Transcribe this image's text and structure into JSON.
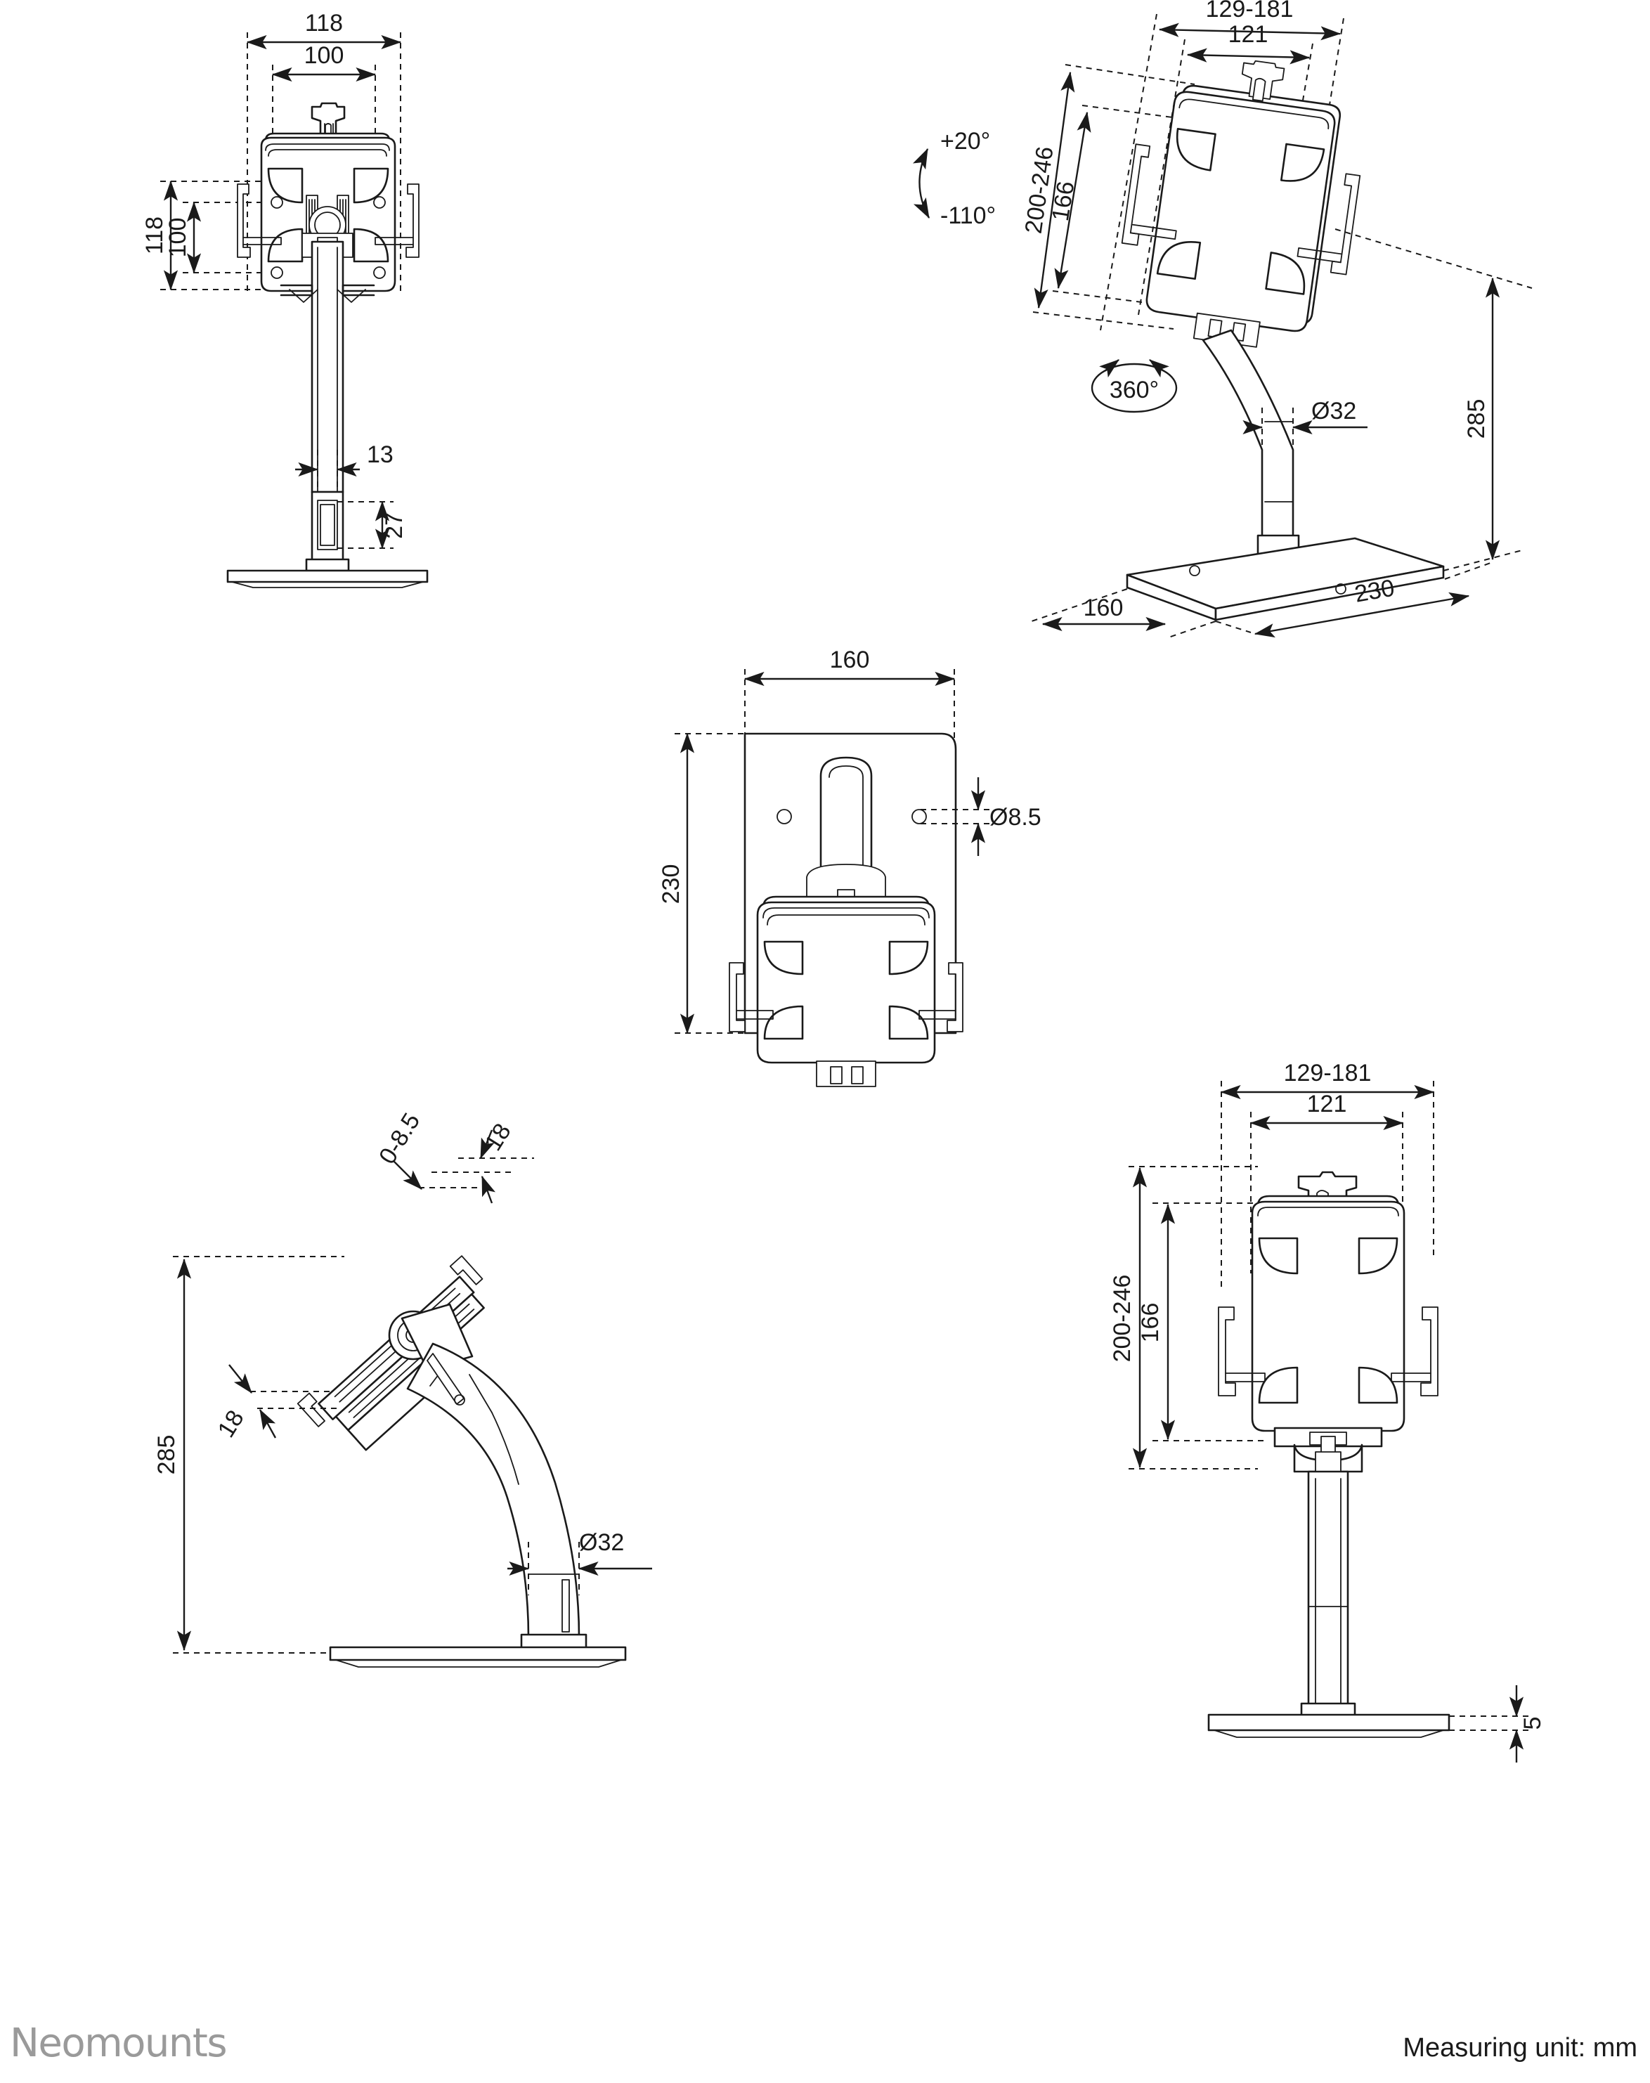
{
  "document": {
    "brand": "Neomounts",
    "unit_note": "Measuring unit: mm",
    "unit_symbol": "mm",
    "line_color": "#1a1a1a",
    "brand_color": "#9a9a9a",
    "background": "#ffffff"
  },
  "views": {
    "front_top_left": {
      "name": "front-view-top-left",
      "dimensions": {
        "width_outer": "118",
        "width_inner": "100",
        "height_outer": "118",
        "height_inner": "100",
        "pole_width": "13",
        "slot_height": "27"
      }
    },
    "perspective_top_right": {
      "name": "perspective-view-top-right",
      "dimensions": {
        "holder_width_range": "129-181",
        "holder_width_inner": "121",
        "holder_height_range": "200-246",
        "holder_height_inner": "166",
        "total_height": "285",
        "base_depth": "230",
        "base_width": "160",
        "pole_diameter": "Ø32"
      },
      "angles": {
        "tilt_up": "+20°",
        "tilt_down": "-110°",
        "rotation": "360°"
      }
    },
    "top_middle": {
      "name": "top-view-middle",
      "dimensions": {
        "base_width": "160",
        "base_depth": "230",
        "hole_diameter": "Ø8.5"
      }
    },
    "side_bottom_left": {
      "name": "side-view-bottom-left",
      "dimensions": {
        "total_height": "285",
        "pole_diameter": "Ø32",
        "grip_depth_range": "0-8.5",
        "grip_depth_top": "18",
        "grip_depth_bottom": "18"
      }
    },
    "rear_bottom_right": {
      "name": "rear-view-bottom-right",
      "dimensions": {
        "holder_width_range": "129-181",
        "holder_width_inner": "121",
        "holder_height_range": "200-246",
        "holder_height_inner": "166",
        "base_thickness": "5"
      }
    }
  }
}
